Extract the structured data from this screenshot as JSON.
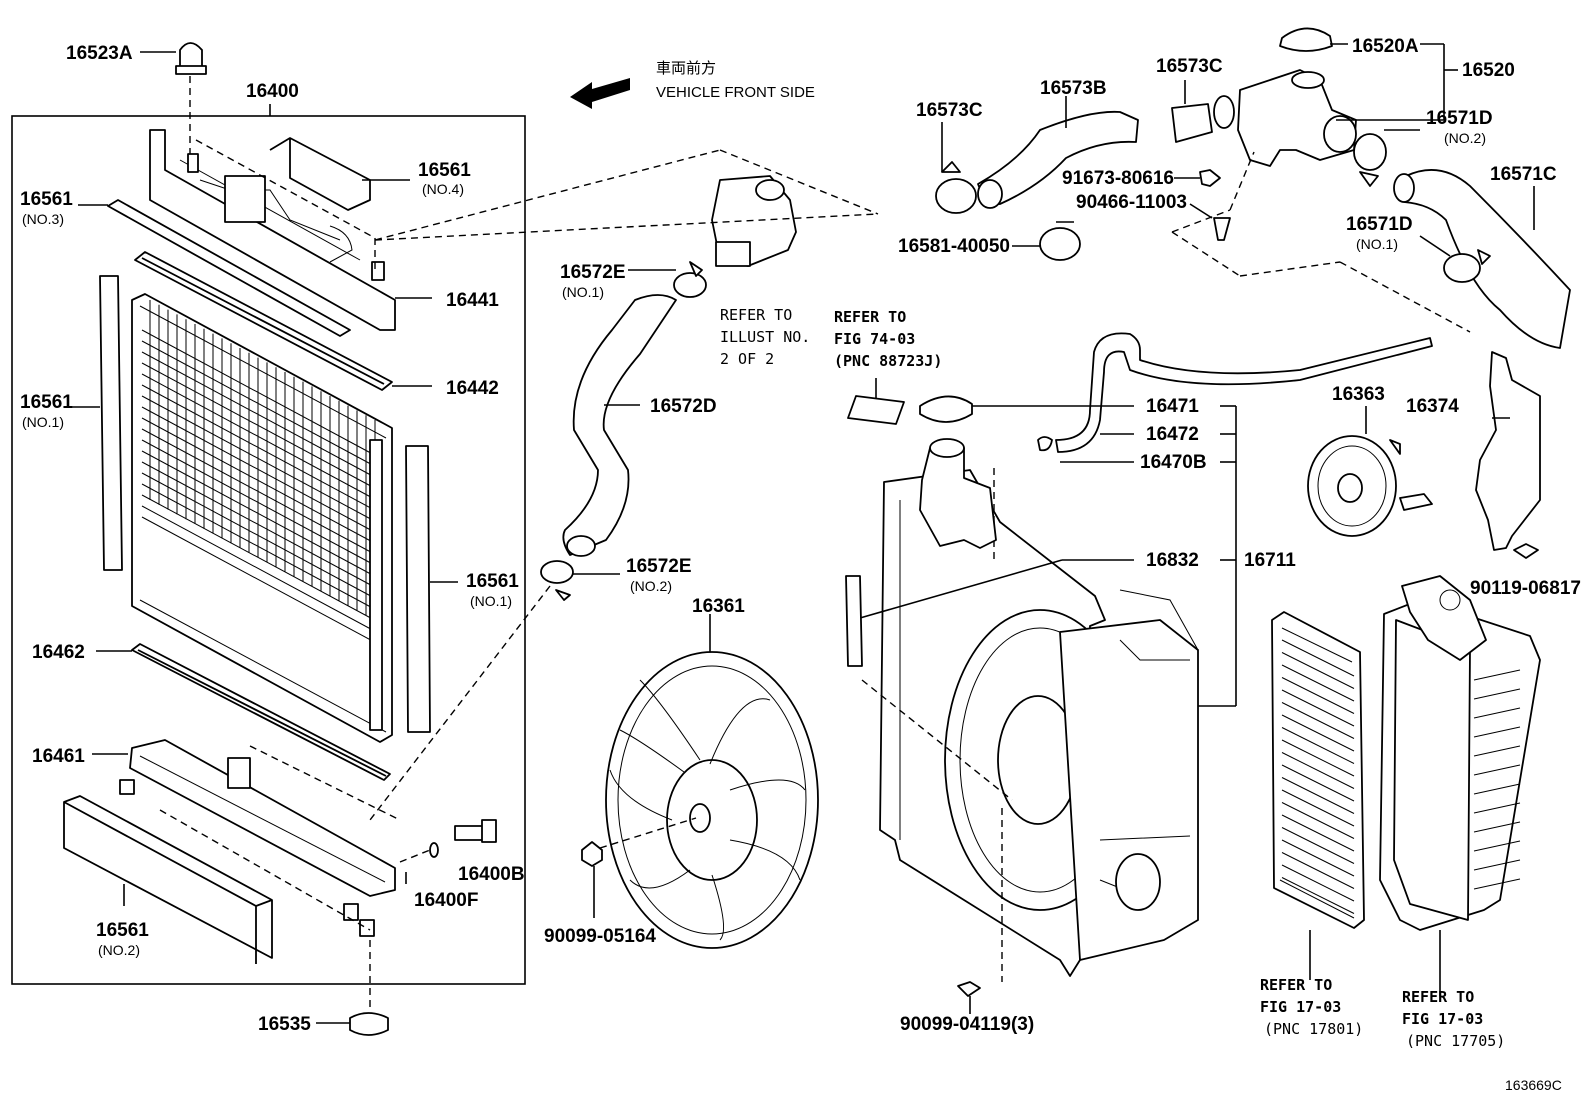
{
  "direction": {
    "jp": "車両前方",
    "en": "VEHICLE FRONT SIDE"
  },
  "figure_code": "163669C",
  "labels": {
    "p16523A": "16523A",
    "p16400": "16400",
    "p16561_no4": "16561",
    "no4": "(NO.4)",
    "p16561_no3": "16561",
    "no3": "(NO.3)",
    "p16441": "16441",
    "p16442": "16442",
    "p16561_no1a": "16561",
    "no1a": "(NO.1)",
    "p16561_no1b": "16561",
    "no1b": "(NO.1)",
    "p16462": "16462",
    "p16461": "16461",
    "p16400B": "16400B",
    "p16400F": "16400F",
    "p16561_no2": "16561",
    "no2": "(NO.2)",
    "p16535": "16535",
    "p16572E_no1": "16572E",
    "e_no1": "(NO.1)",
    "p16572D": "16572D",
    "p16572E_no2": "16572E",
    "e_no2": "(NO.2)",
    "p90099_05164": "90099-05164",
    "p16361": "16361",
    "p16573C_a": "16573C",
    "p16573B": "16573B",
    "p16573C_b": "16573C",
    "p16520A": "16520A",
    "p16520": "16520",
    "p16571D_no2": "16571D",
    "d_no2": "(NO.2)",
    "p16571C": "16571C",
    "p16571D_no1": "16571D",
    "d_no1": "(NO.1)",
    "p91673": "91673-80616",
    "p90466": "90466-11003",
    "p16581": "16581-40050",
    "p16471": "16471",
    "p16472": "16472",
    "p16470B": "16470B",
    "p16832": "16832",
    "p16711": "16711",
    "p16363": "16363",
    "p16374": "16374",
    "p90119": "90119-06817",
    "p90099_04119": "90099-04119(3)"
  },
  "notes": {
    "illust": [
      "REFER TO",
      "ILLUST NO.",
      "2 OF 2"
    ],
    "fig74": [
      "REFER TO",
      "FIG 74-03",
      "(PNC 88723J)"
    ],
    "fig17a": [
      "REFER TO",
      "FIG 17-03",
      "(PNC 17801)"
    ],
    "fig17b": [
      "REFER TO",
      "FIG 17-03",
      "(PNC 17705)"
    ]
  }
}
